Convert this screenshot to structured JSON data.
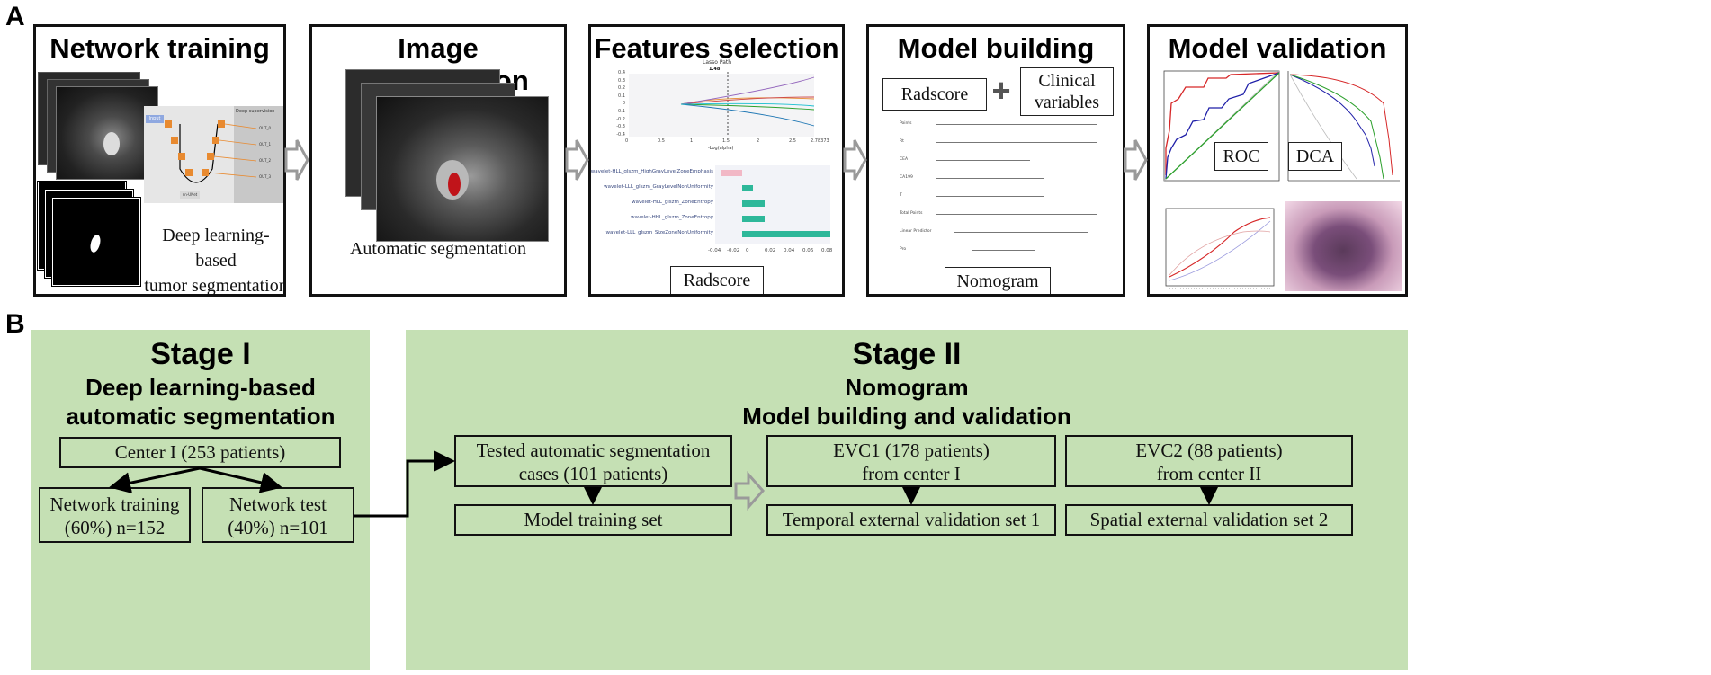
{
  "section_a": {
    "label": "A"
  },
  "section_b": {
    "label": "B"
  },
  "panels": {
    "network_training": {
      "title": "Network training",
      "caption": "Deep learning-based tumor segmentation",
      "caption_line1": "Deep learning-based",
      "caption_line2": "tumor segmentation",
      "unet_labels": {
        "input": "Input",
        "deep_supervision": "Deep supervision",
        "out": [
          "OUT_0",
          "OUT_1",
          "OUT_2",
          "OUT_3"
        ],
        "bottom": "nn-UNet"
      }
    },
    "image_segmentation": {
      "title": "Image segmentation",
      "caption": "Automatic segmentation"
    },
    "features_selection": {
      "title": "Features selection",
      "lasso_title": "Lasso Path",
      "lasso_value": "1.48",
      "lasso_xlabel": "-Log(alpha)",
      "lasso_yticks": [
        "0.4",
        "0.3",
        "0.2",
        "0.1",
        "0",
        "-0.1",
        "-0.2",
        "-0.3",
        "-0.4"
      ],
      "lasso_xticks": [
        "0",
        "0.5",
        "1",
        "1.5",
        "2",
        "2.5",
        "2.78373"
      ],
      "feature_names": [
        "wavelet-HLL_glszm_HighGrayLevelZoneEmphasis",
        "wavelet-LLL_glszm_GrayLevelNonUniformity",
        "wavelet-HLL_glszm_ZoneEntropy",
        "wavelet-HHL_glszm_ZoneEntropy",
        "wavelet-LLL_glszm_SizeZoneNonUniformity"
      ],
      "feature_coefficients": [
        -0.02,
        0.01,
        0.02,
        0.02,
        0.08
      ],
      "bar_xticks": [
        "-0.04",
        "-0.02",
        "0",
        "0.02",
        "0.04",
        "0.06",
        "0.08"
      ],
      "caption": "Radscore"
    },
    "model_building": {
      "title": "Model building",
      "radscore": "Radscore",
      "plus": "+",
      "clinical_line1": "Clinical",
      "clinical_line2": "variables",
      "nomogram_rows": [
        "Points",
        "Rt",
        "CEA",
        "CA199",
        "T",
        "Total Points",
        "Linear Predictor",
        "Pro"
      ],
      "caption": "Nomogram"
    },
    "model_validation": {
      "title": "Model validation",
      "roc": "ROC",
      "dca": "DCA"
    }
  },
  "stage1": {
    "title": "Stage I",
    "subtitle_line1": "Deep learning-based",
    "subtitle_line2": "automatic segmentation",
    "center": "Center I (253 patients)",
    "train_line1": "Network training",
    "train_line2": "(60%) n=152",
    "test_line1": "Network test",
    "test_line2": "(40%) n=101"
  },
  "stage2": {
    "title": "Stage II",
    "subtitle_line1": "Nomogram",
    "subtitle_line2": "Model building and validation",
    "tested_line1": "Tested automatic segmentation",
    "tested_line2": "cases (101 patients)",
    "model_training": "Model training set",
    "evc1_line1": "EVC1 (178 patients)",
    "evc1_line2": "from center I",
    "evc1_set": "Temporal external validation set 1",
    "evc2_line1": "EVC2 (88 patients)",
    "evc2_line2": "from center II",
    "evc2_set": "Spatial external validation set 2"
  },
  "colors": {
    "green_bg": "#c5e0b4",
    "arrow_gray": "#9a9a9a",
    "roc_red": "#d62728",
    "roc_blue": "#1f1fa8",
    "roc_green": "#2ca02c",
    "tumor_red": "#c0141a",
    "bar_teal": "#2eb89a",
    "bar_pink": "#f2b8c6"
  }
}
